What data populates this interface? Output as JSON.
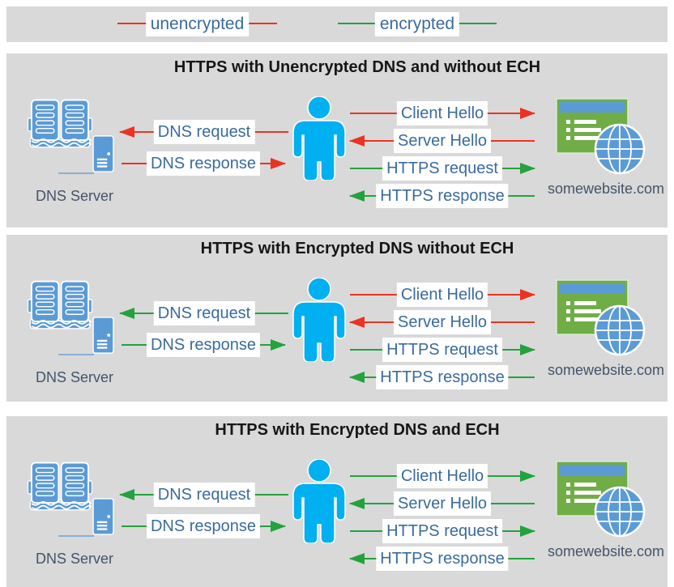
{
  "colors": {
    "unencrypted_red": "#ea3323",
    "encrypted_green": "#23a23d",
    "panel_background": "#d9d9d9",
    "label_text_blue": "#3a6b9f",
    "caption_text": "#44546a",
    "person_blue": "#00b0f0",
    "icon_blue": "#5b9bd5",
    "website_green": "#70ad47"
  },
  "icons": {
    "dns_book": "open-book-icon",
    "dns_server": "server-tower-icon",
    "user": "person-icon",
    "website": "browser-window-globe-icon"
  },
  "legend": {
    "items": [
      {
        "label": "unencrypted",
        "color": "#ea3323"
      },
      {
        "label": "encrypted",
        "color": "#23a23d"
      }
    ]
  },
  "panels": [
    {
      "title": "HTTPS with Unencrypted DNS and without ECH",
      "dns_server_label": "DNS Server",
      "website_label": "somewebsite.com",
      "flows": [
        {
          "label": "DNS request",
          "direction": "left",
          "color": "#ea3323"
        },
        {
          "label": "DNS response",
          "direction": "right",
          "color": "#ea3323"
        },
        {
          "label": "Client Hello",
          "direction": "right",
          "color": "#ea3323"
        },
        {
          "label": "Server Hello",
          "direction": "left",
          "color": "#ea3323"
        },
        {
          "label": "HTTPS request",
          "direction": "right",
          "color": "#23a23d"
        },
        {
          "label": "HTTPS response",
          "direction": "left",
          "color": "#23a23d"
        }
      ]
    },
    {
      "title": "HTTPS with Encrypted DNS without ECH",
      "dns_server_label": "DNS Server",
      "website_label": "somewebsite.com",
      "flows": [
        {
          "label": "DNS request",
          "direction": "left",
          "color": "#23a23d"
        },
        {
          "label": "DNS response",
          "direction": "right",
          "color": "#23a23d"
        },
        {
          "label": "Client Hello",
          "direction": "right",
          "color": "#ea3323"
        },
        {
          "label": "Server Hello",
          "direction": "left",
          "color": "#ea3323"
        },
        {
          "label": "HTTPS request",
          "direction": "right",
          "color": "#23a23d"
        },
        {
          "label": "HTTPS response",
          "direction": "left",
          "color": "#23a23d"
        }
      ]
    },
    {
      "title": "HTTPS with Encrypted DNS and ECH",
      "dns_server_label": "DNS Server",
      "website_label": "somewebsite.com",
      "flows": [
        {
          "label": "DNS request",
          "direction": "left",
          "color": "#23a23d"
        },
        {
          "label": "DNS response",
          "direction": "right",
          "color": "#23a23d"
        },
        {
          "label": "Client Hello",
          "direction": "right",
          "color": "#23a23d"
        },
        {
          "label": "Server Hello",
          "direction": "left",
          "color": "#23a23d"
        },
        {
          "label": "HTTPS request",
          "direction": "right",
          "color": "#23a23d"
        },
        {
          "label": "HTTPS response",
          "direction": "left",
          "color": "#23a23d"
        }
      ]
    }
  ]
}
